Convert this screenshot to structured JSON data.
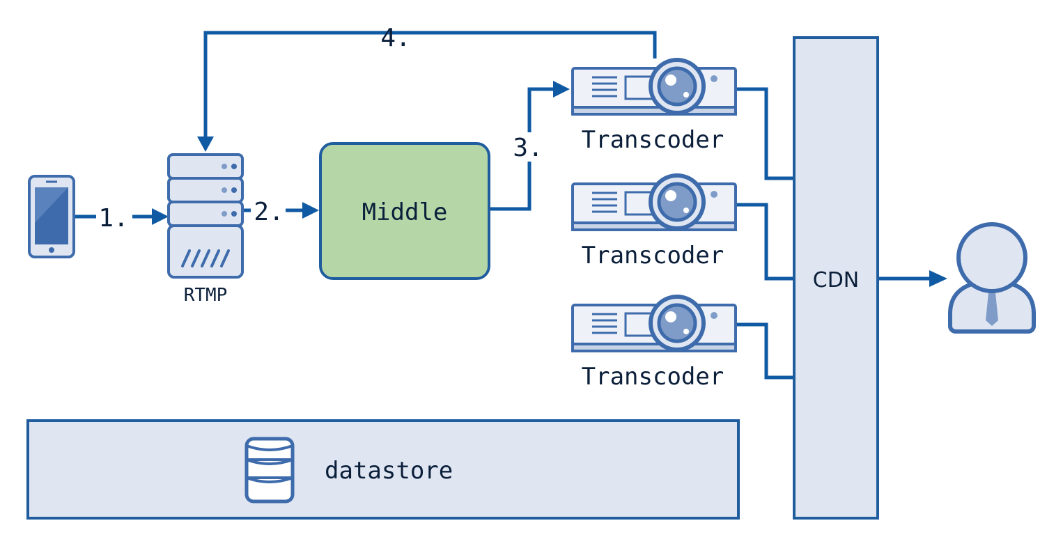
{
  "labels": {
    "rtmp": "RTMP",
    "middle": "Middle",
    "transcoders": [
      "Transcoder",
      "Transcoder",
      "Transcoder"
    ],
    "cdn": "CDN",
    "datastore": "datastore"
  },
  "steps": {
    "step1": "1.",
    "step2": "2.",
    "step3": "3.",
    "step4": "4."
  },
  "colors": {
    "line": "#0f5aa3",
    "stroke": "#1f5d9e",
    "fill_light": "#dfe6f1",
    "middle_fill": "#b5d7a8",
    "middle_stroke": "#1f5d9e",
    "icon_dark": "#3e6bab",
    "icon_mid": "#7f9cc9"
  },
  "icons": {
    "phone": "smartphone-icon",
    "server": "server-icon",
    "transcoder": "projector-icon",
    "user": "user-icon",
    "database": "database-icon"
  }
}
